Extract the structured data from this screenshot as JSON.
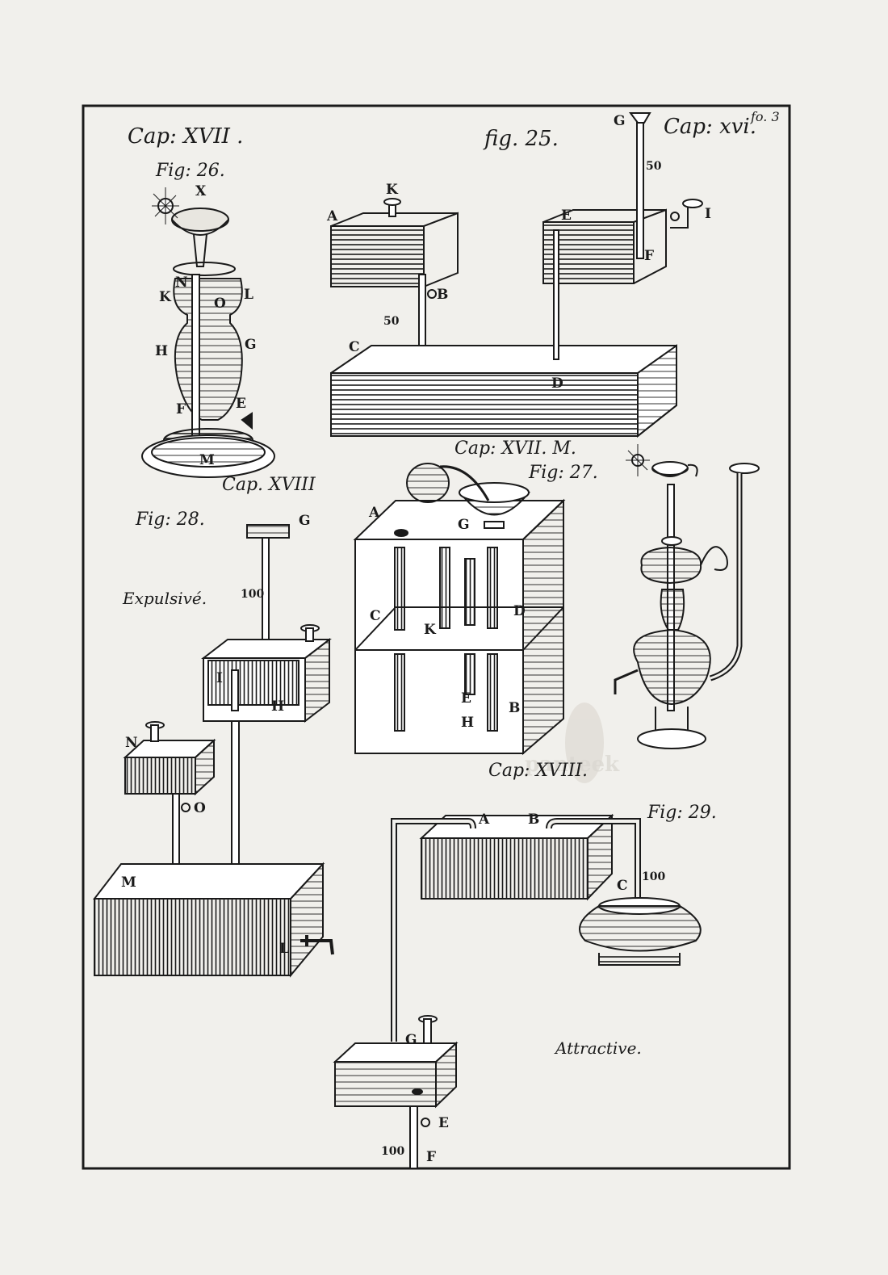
{
  "folio": "fo. 3",
  "captions": {
    "cap_xvii_top": "Cap: XVII .",
    "fig_26": "Fig: 26.",
    "fig_25": "fig. 25.",
    "cap_xvi": "Cap: xvi.",
    "cap_xvii_m": "Cap: XVII. M.",
    "fig_27": "Fig: 27.",
    "cap_xviii_a": "Cap. XVIII",
    "fig_28": "Fig: 28.",
    "cap_xviii_b": "Cap: XVIII.",
    "fig_29": "Fig: 29.",
    "expulsive": "Expulsivé.",
    "attractive": "Attractive."
  },
  "fig26_labels": [
    "X",
    "N",
    "K",
    "O",
    "L",
    "H",
    "G",
    "F",
    "E",
    "M"
  ],
  "fig25_labels": [
    "A",
    "K",
    "B",
    "50",
    "C",
    "D",
    "G",
    "50",
    "E",
    "I",
    "F"
  ],
  "fig27_labels": [
    "A",
    "G",
    "C",
    "K",
    "D",
    "E",
    "H",
    "B"
  ],
  "fig28_labels": [
    "G",
    "100",
    "I",
    "H",
    "N",
    "O",
    "M",
    "L"
  ],
  "fig29_labels": [
    "A",
    "B",
    "C",
    "100",
    "G",
    "E",
    "100",
    "F"
  ],
  "watermark": "panteek",
  "colors": {
    "paper": "#f1f0ec",
    "ink": "#1a1a1a"
  }
}
